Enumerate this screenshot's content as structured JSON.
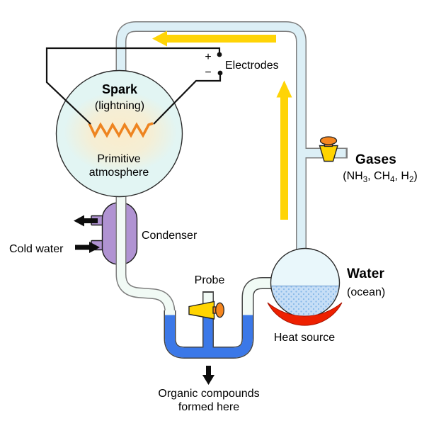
{
  "diagram": {
    "flask_top": {
      "title": "Spark",
      "subtitle": "(lightning)",
      "body": "Primitive atmosphere"
    },
    "electrodes": {
      "label": "Electrodes",
      "plus": "+",
      "minus": "−"
    },
    "gases": {
      "title": "Gases",
      "formula_parts": {
        "a": "(NH",
        "a_sub": "3",
        "b": ", CH",
        "b_sub": "4",
        "c": ", H",
        "c_sub": "2",
        "d": ")"
      }
    },
    "condenser": {
      "label": "Condenser",
      "cold_water": "Cold water"
    },
    "probe": {
      "label": "Probe"
    },
    "water_flask": {
      "title": "Water",
      "subtitle": "(ocean)",
      "heat": "Heat source"
    },
    "outlet": {
      "label": "Organic compounds formed here"
    }
  },
  "colors": {
    "tube_outline": "#7d7d7d",
    "tube_fill": "#dceff6",
    "trap_outline": "#454545",
    "trap_inner": "#f1faf5",
    "liquid_blue": "#3b78e8",
    "flask_fill": "#e2f5f3",
    "water_flask_fill": "#e9f7fb",
    "ocean_water": "#c6def6",
    "ocean_dot": "#86b7e8",
    "condenser_purple": "#b093d2",
    "valve_yellow": "#ffd400",
    "knob_orange": "#f6861f",
    "arrow_yellow": "#ffd406",
    "spark_orange": "#ee8420",
    "spark_glow": "#fbeccb",
    "heat_red": "#ee2000"
  }
}
